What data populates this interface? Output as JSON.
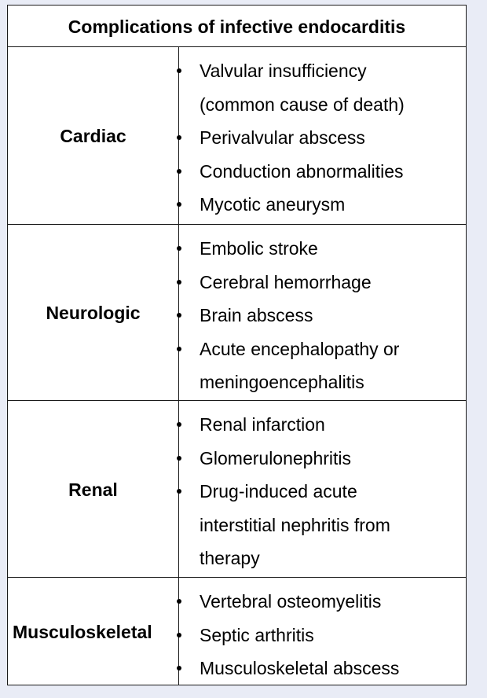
{
  "title": "Complications of infective endocarditis",
  "rows": [
    {
      "category": "Cardiac",
      "items": [
        [
          "Valvular insufficiency",
          "(common cause of death)"
        ],
        [
          "Perivalvular abscess"
        ],
        [
          "Conduction abnormalities"
        ],
        [
          "Mycotic aneurysm"
        ]
      ]
    },
    {
      "category": "Neurologic",
      "items": [
        [
          "Embolic stroke"
        ],
        [
          "Cerebral hemorrhage"
        ],
        [
          "Brain abscess"
        ],
        [
          "Acute encephalopathy or",
          "meningoencephalitis"
        ]
      ]
    },
    {
      "category": "Renal",
      "items": [
        [
          "Renal infarction"
        ],
        [
          "Glomerulonephritis"
        ],
        [
          "Drug-induced acute",
          "interstitial nephritis from",
          "therapy"
        ]
      ]
    },
    {
      "category": "Musculoskeletal",
      "items": [
        [
          "Vertebral osteomyelitis"
        ],
        [
          "Septic arthritis"
        ],
        [
          "Musculoskeletal abscess"
        ]
      ]
    }
  ]
}
